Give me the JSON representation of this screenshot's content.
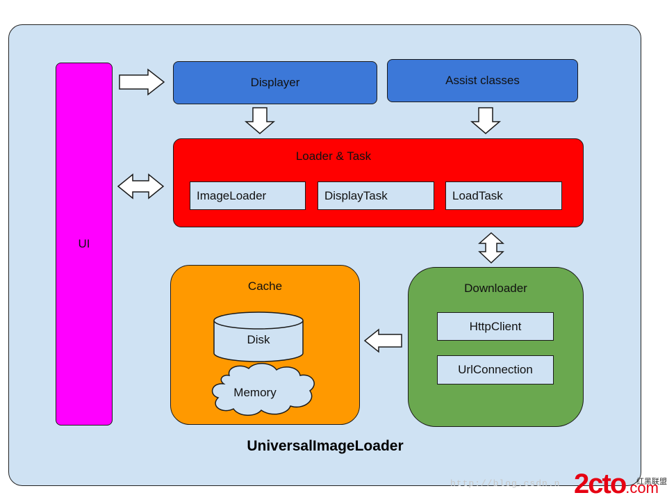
{
  "diagram": {
    "ui_label": "UI",
    "displayer_label": "Displayer",
    "assist_label": "Assist classes",
    "loader": {
      "title": "Loader & Task",
      "items": [
        "ImageLoader",
        "DisplayTask",
        "LoadTask"
      ]
    },
    "cache": {
      "title": "Cache",
      "disk_label": "Disk",
      "memory_label": "Memory"
    },
    "downloader": {
      "title": "Downloader",
      "items": [
        "HttpClient",
        "UrlConnection"
      ]
    },
    "title": "UniversalImageLoader"
  },
  "watermark": {
    "url": "http://blog.csdn.n",
    "brand": "2cto",
    "brand_suffix": ".com",
    "cn": "红黑联盟"
  },
  "colors": {
    "background": "#cfe2f3",
    "ui": "#ff00ff",
    "blue": "#3c78d8",
    "loader": "#ff0000",
    "cache": "#ff9900",
    "downloader": "#6aa84f",
    "brand": "#e60012"
  }
}
